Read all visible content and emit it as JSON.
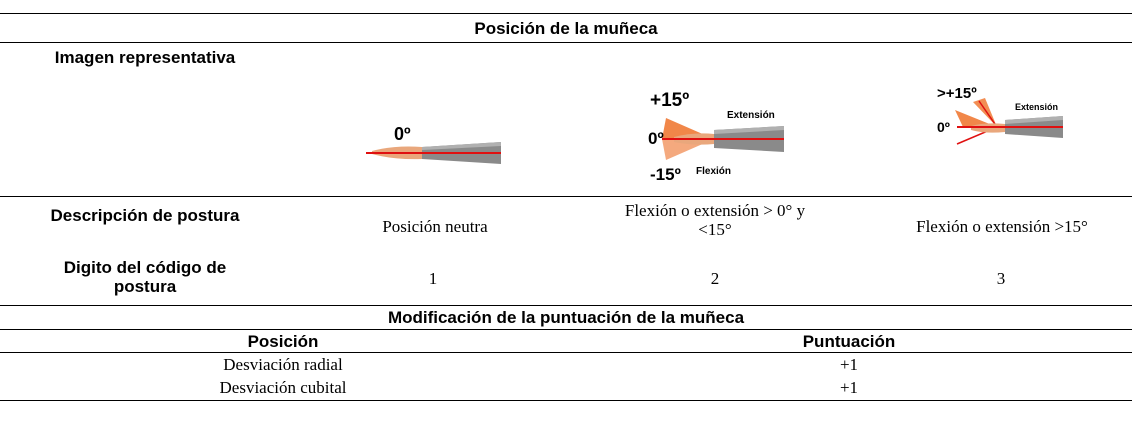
{
  "title": "Posición de la muñeca",
  "rows": {
    "imagen_label": "Imagen representativa",
    "descripcion_label": "Descripción de postura",
    "digito_label": "Digito del código de postura"
  },
  "postures": [
    {
      "image_labels": [
        "0º"
      ],
      "description": "Posición neutra",
      "code": "1"
    },
    {
      "image_labels": [
        "+15º",
        "Extensión",
        "0º",
        "-15º",
        "Flexión"
      ],
      "description": "Flexión o extensión > 0° y <15°",
      "code": "2"
    },
    {
      "image_labels": [
        ">+15º",
        "Extensión",
        "0º"
      ],
      "description": "Flexión o extensión >15°",
      "code": "3"
    }
  ],
  "modification": {
    "title": "Modificación de la puntuación de la muñeca",
    "headers": {
      "position": "Posición",
      "score": "Puntuación"
    },
    "rows": [
      {
        "position": "Desviación radial",
        "score": "+1"
      },
      {
        "position": "Desviación cubital",
        "score": "+1"
      }
    ]
  },
  "colors": {
    "arm": "#8a8a8a",
    "arm_dark": "#555555",
    "skin": "#e9a77c",
    "red_line": "#e01010",
    "wedge": "#f07a35"
  }
}
